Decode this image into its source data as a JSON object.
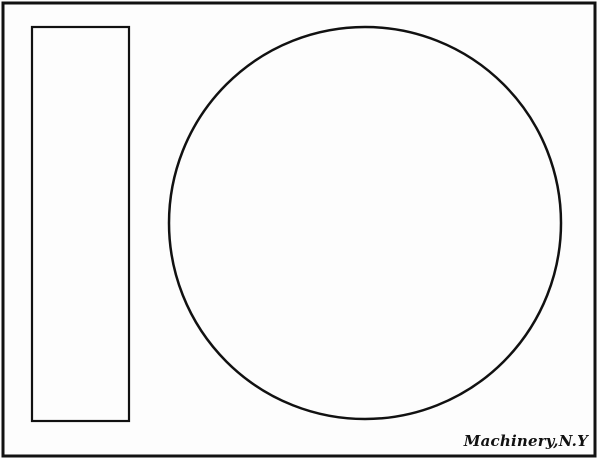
{
  "figure": {
    "credit": "Machinery,N.Y",
    "shapes": [
      {
        "kind": "outer-frame",
        "icon": "rectangle-outline"
      },
      {
        "kind": "tall-rectangle",
        "icon": "rectangle-outline"
      },
      {
        "kind": "circle",
        "icon": "circle-outline"
      }
    ],
    "colors": {
      "ink": "#111111",
      "paper": "#fdfdfd"
    }
  }
}
